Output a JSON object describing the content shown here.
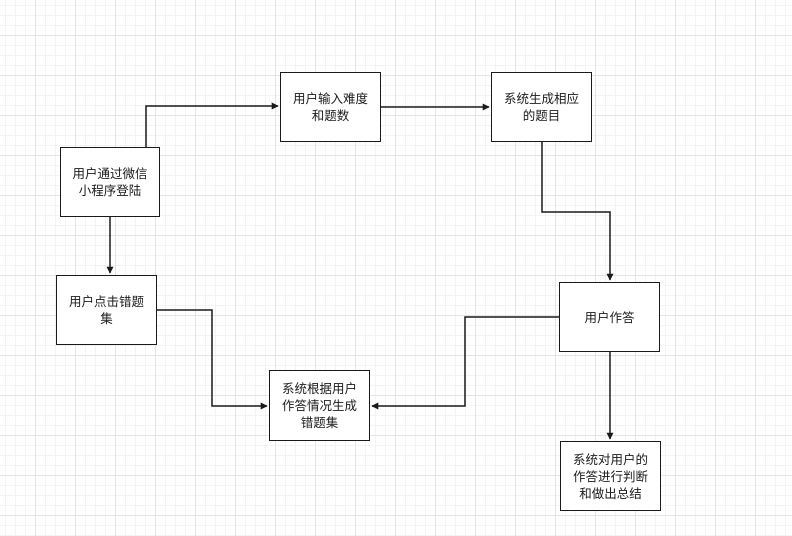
{
  "nodes": {
    "login": {
      "label": "用户通过微信小程序登陆"
    },
    "input": {
      "label": "用户输入难度和题数"
    },
    "gen": {
      "label": "系统生成相应的题目"
    },
    "click": {
      "label": "用户点击错题集"
    },
    "answer": {
      "label": "用户作答"
    },
    "wrong": {
      "label": "系统根据用户作答情况生成错题集"
    },
    "judge": {
      "label": "系统对用户的作答进行判断和做出总结"
    }
  },
  "edges": [
    {
      "from": "login",
      "to": "input"
    },
    {
      "from": "input",
      "to": "gen"
    },
    {
      "from": "gen",
      "to": "answer"
    },
    {
      "from": "login",
      "to": "click"
    },
    {
      "from": "click",
      "to": "wrong"
    },
    {
      "from": "answer",
      "to": "wrong"
    },
    {
      "from": "answer",
      "to": "judge"
    }
  ],
  "colors": {
    "stroke": "#1a1a1a",
    "grid": "#e4e4e4",
    "background": "#ffffff"
  }
}
